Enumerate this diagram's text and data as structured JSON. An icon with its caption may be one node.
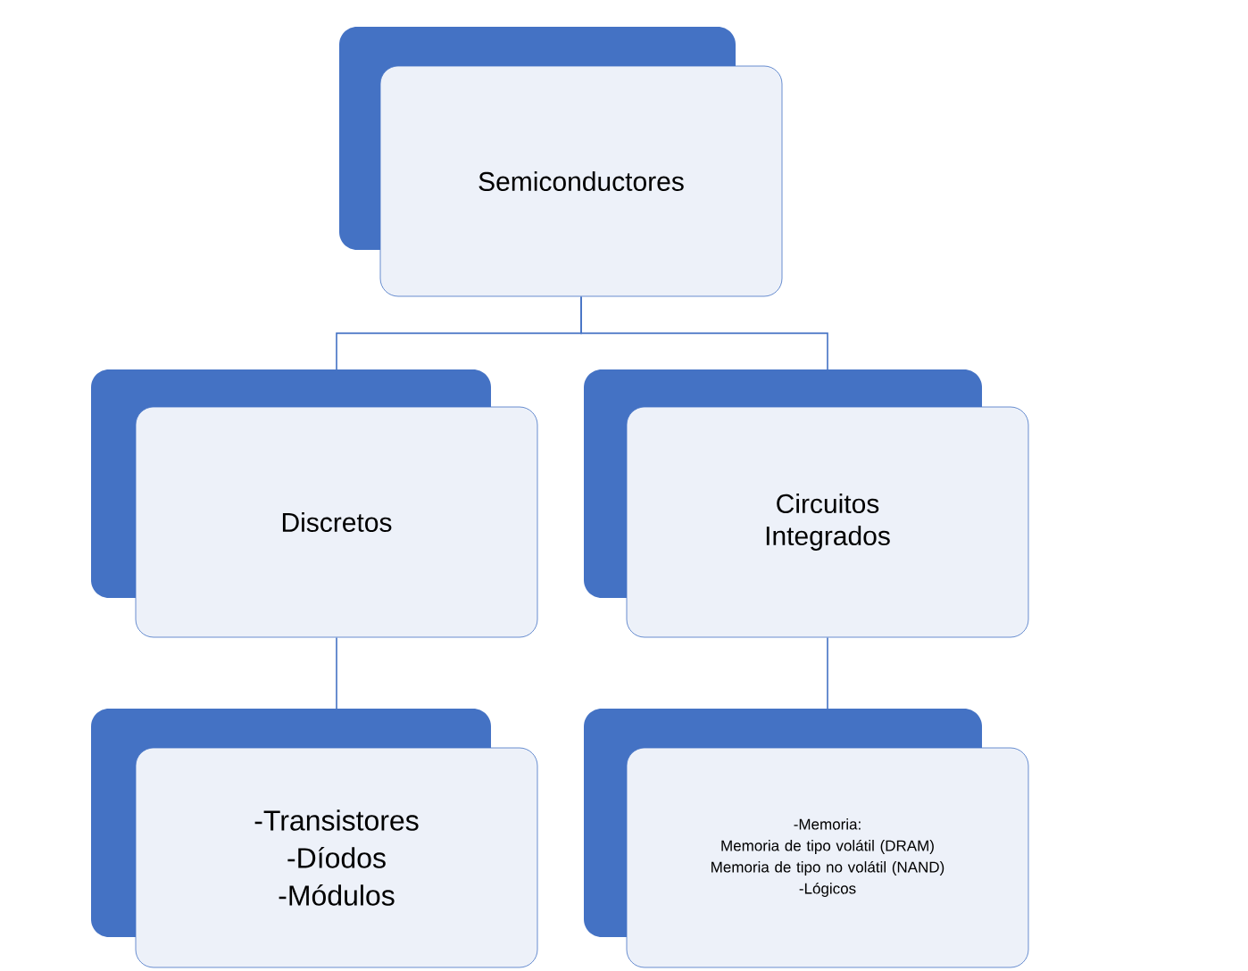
{
  "diagram": {
    "nodes": [
      {
        "text": [
          "Semiconductores"
        ]
      },
      {
        "text": [
          "Discretos"
        ]
      },
      {
        "text": [
          "Circuitos Integrados"
        ]
      },
      {
        "text": [
          "-Transistores",
          "-Díodos",
          "-Módulos"
        ]
      },
      {
        "text": [
          "-Memoria:",
          "Memoria de tipo volátil (DRAM)",
          "Memoria de tipo no volátil (NAND)",
          "-Lógicos"
        ]
      }
    ],
    "edges": [
      {
        "from": 0,
        "to": 1,
        "arrow": "none"
      },
      {
        "from": 0,
        "to": 2,
        "arrow": "none"
      },
      {
        "from": 1,
        "to": 3,
        "arrow": "none"
      },
      {
        "from": 2,
        "to": 4,
        "arrow": "none"
      }
    ]
  }
}
